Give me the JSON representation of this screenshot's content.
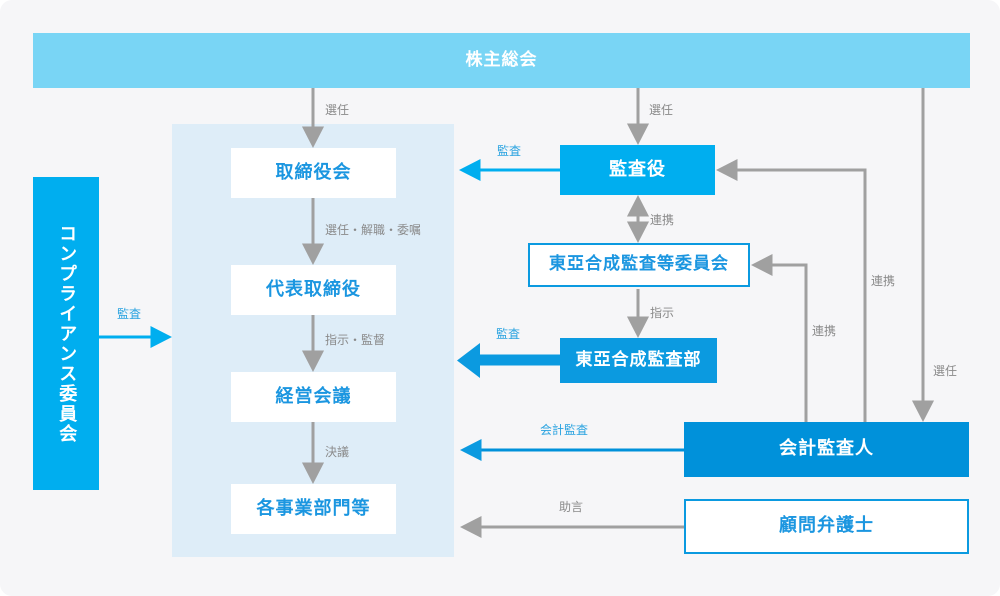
{
  "diagram": {
    "title_node": "株主総会",
    "colors": {
      "banner": "#79d5f5",
      "panel": "#deedf8",
      "bright_blue": "#00aeef",
      "mid_blue": "#0b9ae0",
      "deep_blue": "#0091da",
      "blue_text": "#1b96e0",
      "gray_line": "#a0a0a0",
      "background": "#f6f6f8"
    }
  },
  "nodes": {
    "shareholders": "株主総会",
    "compliance_committee": "コンプライアンス委員会",
    "board_of_directors": "取締役会",
    "representative_director": "代表取締役",
    "management_meeting": "経営会議",
    "business_divisions": "各事業部門等",
    "corporate_auditor": "監査役",
    "audit_committee": "東亞合成監査等委員会",
    "audit_department": "東亞合成監査部",
    "accounting_auditor": "会計監査人",
    "legal_advisor": "顧問弁護士"
  },
  "edges": {
    "elect_board": "選任",
    "elect_auditor": "選任",
    "elect_accountant": "選任",
    "appoint_dismiss_entrust": "選任・解職・委嘱",
    "instruct_supervise": "指示・監督",
    "resolution": "決議",
    "compliance_audit": "監査",
    "auditor_audit": "監査",
    "cooperation_auditor_committee": "連携",
    "instruction_to_dept": "指示",
    "department_audit": "監査",
    "accounting_audit": "会計監査",
    "advice": "助言",
    "cooperation_committee_accountant": "連携",
    "cooperation_auditor_accountant": "連携"
  }
}
